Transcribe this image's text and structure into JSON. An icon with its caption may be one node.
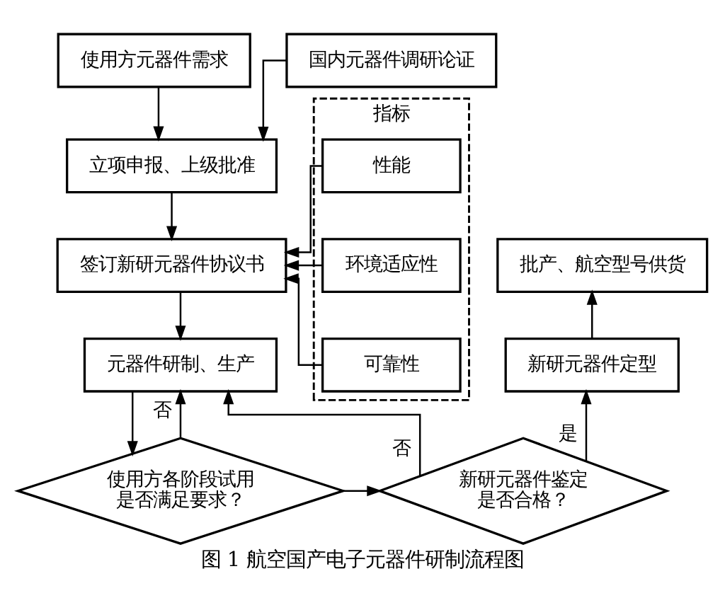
{
  "diagram": {
    "caption": "图 1 航空国产电子元器件研制流程图",
    "nodes": [
      {
        "text": [
          "使用方元器件需求"
        ]
      },
      {
        "text": [
          "国内元器件调研论证"
        ]
      },
      {
        "text": [
          "立项申报、上级批准"
        ]
      },
      {
        "text": [
          "签订新研元器件协议书"
        ]
      },
      {
        "text": [
          "指标"
        ]
      },
      {
        "text": [
          "性能"
        ],
        "in": 4
      },
      {
        "text": [
          "环境适应性"
        ],
        "in": 4
      },
      {
        "text": [
          "可靠性"
        ],
        "in": 4
      },
      {
        "text": [
          "元器件研制、生产"
        ]
      },
      {
        "text": [
          "使用方各阶段试用是否满足要求？"
        ]
      },
      {
        "text": [
          "新研元器件鉴定是否合格？"
        ]
      },
      {
        "text": [
          "新研元器件定型"
        ]
      },
      {
        "text": [
          "批产、航空型号供货"
        ]
      }
    ],
    "edges": [
      {
        "from": 0,
        "to": 2,
        "arrow": "to"
      },
      {
        "from": 1,
        "to": 2,
        "arrow": "to"
      },
      {
        "from": 2,
        "to": 3,
        "arrow": "to"
      },
      {
        "from": 5,
        "to": 3,
        "arrow": "to"
      },
      {
        "from": 6,
        "to": 3,
        "arrow": "to"
      },
      {
        "from": 7,
        "to": 3,
        "arrow": "to"
      },
      {
        "from": 3,
        "to": 8,
        "arrow": "to"
      },
      {
        "from": 8,
        "to": 9,
        "arrow": "to"
      },
      {
        "from": 9,
        "to": 8,
        "arrow": "to",
        "label": "否"
      },
      {
        "from": 9,
        "to": 10,
        "arrow": "to"
      },
      {
        "from": 10,
        "to": 8,
        "arrow": "to",
        "label": "否"
      },
      {
        "from": 10,
        "to": 11,
        "arrow": "to",
        "label": "是"
      },
      {
        "from": 11,
        "to": 12,
        "arrow": "to"
      }
    ]
  }
}
